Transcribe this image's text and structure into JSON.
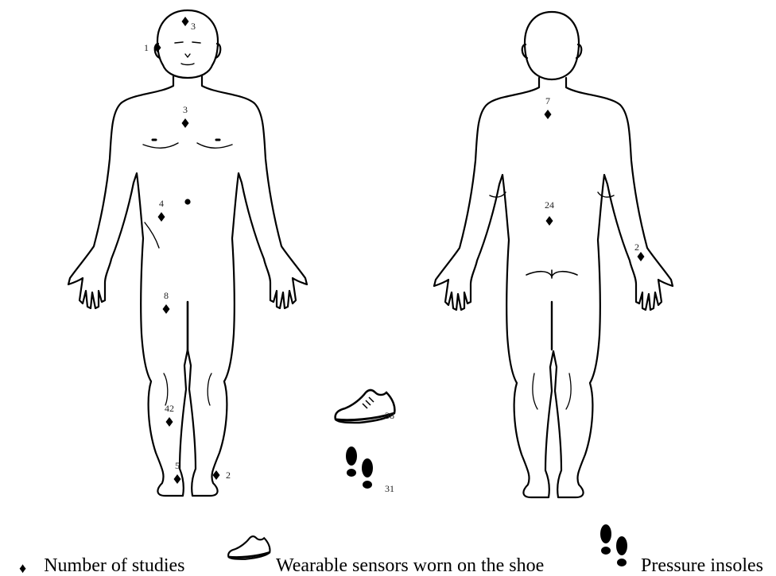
{
  "markers": [
    {
      "figure": "front",
      "site": "head-top",
      "count": "3"
    },
    {
      "figure": "front",
      "site": "temple",
      "count": "1"
    },
    {
      "figure": "front",
      "site": "chest",
      "count": "3"
    },
    {
      "figure": "front",
      "site": "waist",
      "count": "4"
    },
    {
      "figure": "front",
      "site": "thigh",
      "count": "8"
    },
    {
      "figure": "front",
      "site": "shank",
      "count": "42"
    },
    {
      "figure": "front",
      "site": "right-foot",
      "count": "5"
    },
    {
      "figure": "front",
      "site": "left-ankle",
      "count": "2"
    },
    {
      "figure": "back",
      "site": "upper-back",
      "count": "7"
    },
    {
      "figure": "back",
      "site": "lower-back",
      "count": "24"
    },
    {
      "figure": "back",
      "site": "wrist",
      "count": "2"
    }
  ],
  "devices": [
    {
      "device": "shoe",
      "icon": "sneaker-icon",
      "count": "38"
    },
    {
      "device": "insole",
      "icon": "footprints-icon",
      "count": "31"
    }
  ],
  "legend": {
    "marker_label": "Number of studies",
    "shoe_label": "Wearable sensors worn on the shoe",
    "insole_label": "Pressure insoles",
    "marker_symbol": "♦"
  }
}
